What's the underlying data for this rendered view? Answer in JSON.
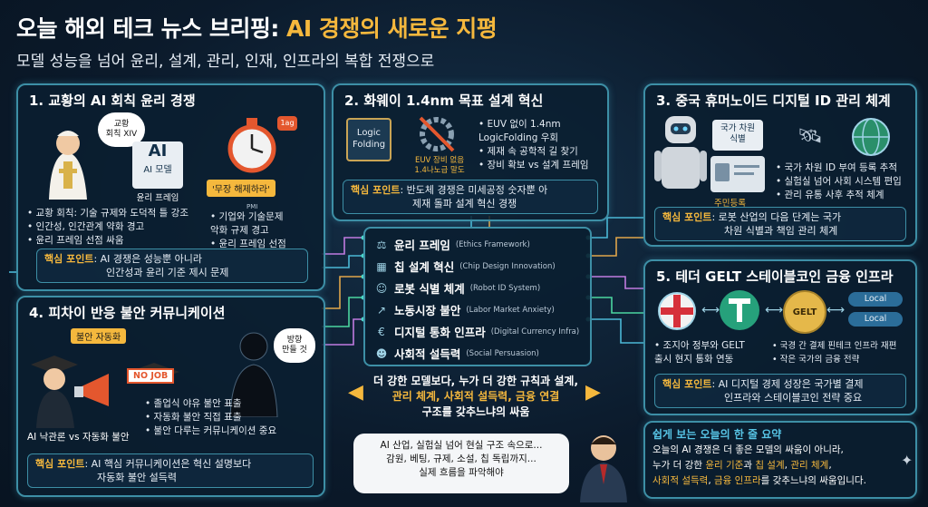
{
  "header": {
    "title_main": "오늘 해외 테크 뉴스 브리핑: ",
    "title_highlight": "AI 경쟁의 새로운 지평",
    "subtitle": "모델 성능을 넘어 윤리, 설계, 관리, 인재, 인프라의 복합 전쟁으로"
  },
  "panel1": {
    "title": "1. 교황의 AI 회칙 윤리 경쟁",
    "bubble": [
      "교황",
      "회칙 XIV"
    ],
    "doc_big": "AI",
    "doc_label": "AI 모델",
    "doc_caption": "윤리 프레임",
    "clock_badge": "1ag",
    "clock_caption": "'무장 해제하라'",
    "pmi": "PMI",
    "bullets_left": [
      "• 교황 회칙: 기술 규제와 도덕적 틀 강조",
      "• 인간성, 인간관계 약화 경고",
      "• 윤리 프레임 선점 싸움"
    ],
    "bullets_right": [
      "• 기업와 기술문제",
      "  악화 규제 경고",
      "• 윤리 프레임 선점"
    ],
    "key_label": "핵심 포인트",
    "key_lines": [
      ": AI 경쟁은 성능뿐 아니라",
      "인간성과 윤리 기준 제시 문제"
    ]
  },
  "panel2": {
    "title": "2. 화웨이 1.4nm 목표 설계 혁신",
    "chip_text": [
      "Logic",
      "Folding"
    ],
    "no_equip": [
      "EUV 장비 없음",
      "1.4나노급 말도"
    ],
    "bullets": [
      "• EUV 없이 1.4nm",
      "  LogicFolding 우회",
      "• 제재 속 공학적 길 찾기",
      "• 장비 확보 vs 설계 프레임"
    ],
    "key_label": "핵심 포인트",
    "key_lines": [
      ": 반도체 경쟁은 미세공정 숫자뿐 아",
      "제재 돌파 설계 혁신 경쟁"
    ]
  },
  "panel3": {
    "title": "3. 중국 휴머노이드 디지털 ID 관리 체계",
    "card_top": [
      "국가 차원",
      "식별"
    ],
    "card_label": "주민등록",
    "bullets": [
      "• 국가 차원 ID 부여 등록 추적",
      "• 실험실 넘어 사회 시스템 편입",
      "• 관리 유통 사후 추적 체계"
    ],
    "key_label": "핵심 포인트",
    "key_lines": [
      ": 로봇 산업의 다음 단계는 국가",
      "차원 식별과 책임 관리 체계"
    ]
  },
  "panel4": {
    "title": "4. 피차이 반응 불안 커뮤니케이션",
    "anxiety_tag": "불안 자동화",
    "nojob": "NO JOB",
    "bubble": [
      "방향",
      "만들 것"
    ],
    "caption": "AI 낙관론 vs 자동화 불안",
    "bullets": [
      "• 졸업식 야유 불안 표출",
      "• 자동화 불안 직접 표출",
      "• 불안 다루는 커뮤니케이션 중요"
    ],
    "key_label": "핵심 포인트",
    "key_lines": [
      ": AI 핵심 커뮤니케이션은 혁신 설명보다",
      "자동화 불안 설득력"
    ]
  },
  "panel5": {
    "title": "5. 테더 GELT 스테이블코인 금융 인프라",
    "coin": "GELT",
    "local": [
      "Local",
      "Local"
    ],
    "bullets_left": [
      "• 조지아 정부와 GELT",
      "  출시 현지 통화 연동"
    ],
    "bullets_right": [
      "• 국경 간 결제 핀테크 인프라 재편",
      "• 작은 국가의 금융 전략"
    ],
    "key_label": "핵심 포인트",
    "key_lines": [
      ": AI 디지털 경제 성장은 국가별 결제",
      "인프라와 스테이블코인 전략 중요"
    ]
  },
  "center_list": [
    {
      "icon": "⚖",
      "ko": "윤리 프레임",
      "en": "(Ethics Framework)"
    },
    {
      "icon": "▦",
      "ko": "칩 설계 혁신",
      "en": "(Chip Design Innovation)"
    },
    {
      "icon": "☺",
      "ko": "로봇 식별 체계",
      "en": "(Robot ID System)"
    },
    {
      "icon": "↗",
      "ko": "노동시장 불안",
      "en": "(Labor Market Anxiety)"
    },
    {
      "icon": "€",
      "ko": "디지털 통화 인프라",
      "en": "(Digital Currency Infra)"
    },
    {
      "icon": "☻",
      "ko": "사회적 설득력",
      "en": "(Social Persuasion)"
    }
  ],
  "center_statement": [
    "더 강한 모델보다, 누가 더 강한 규칙과 설계,",
    "관리 체계, 사회적 설득력, 금융 연결",
    "구조를 갖추느냐의 싸움"
  ],
  "narrator_bubble": [
    "AI 산업, 실험실 넘어 현실 구조 속으로...",
    "감원, 베팅, 규제, 소설, 칩 독립까지...",
    "실제 흐름을 파악해야"
  ],
  "summary": {
    "title": "쉽게 보는 오늘의 한 줄 요약",
    "line1": "오늘의 AI 경쟁은 더 좋은 모델의 싸움이 아니라,",
    "line2_a": "누가 더 강한 ",
    "line2_b": "윤리 기준",
    "line2_c": "과 ",
    "line2_d": "칩 설계",
    "line2_e": ", ",
    "line2_f": "관리 체계",
    "line2_g": ",",
    "line3_a": "사회적 설득력",
    "line3_b": ", ",
    "line3_c": "금융 인프라",
    "line3_d": "를 갖추느냐의 싸움입니다."
  }
}
